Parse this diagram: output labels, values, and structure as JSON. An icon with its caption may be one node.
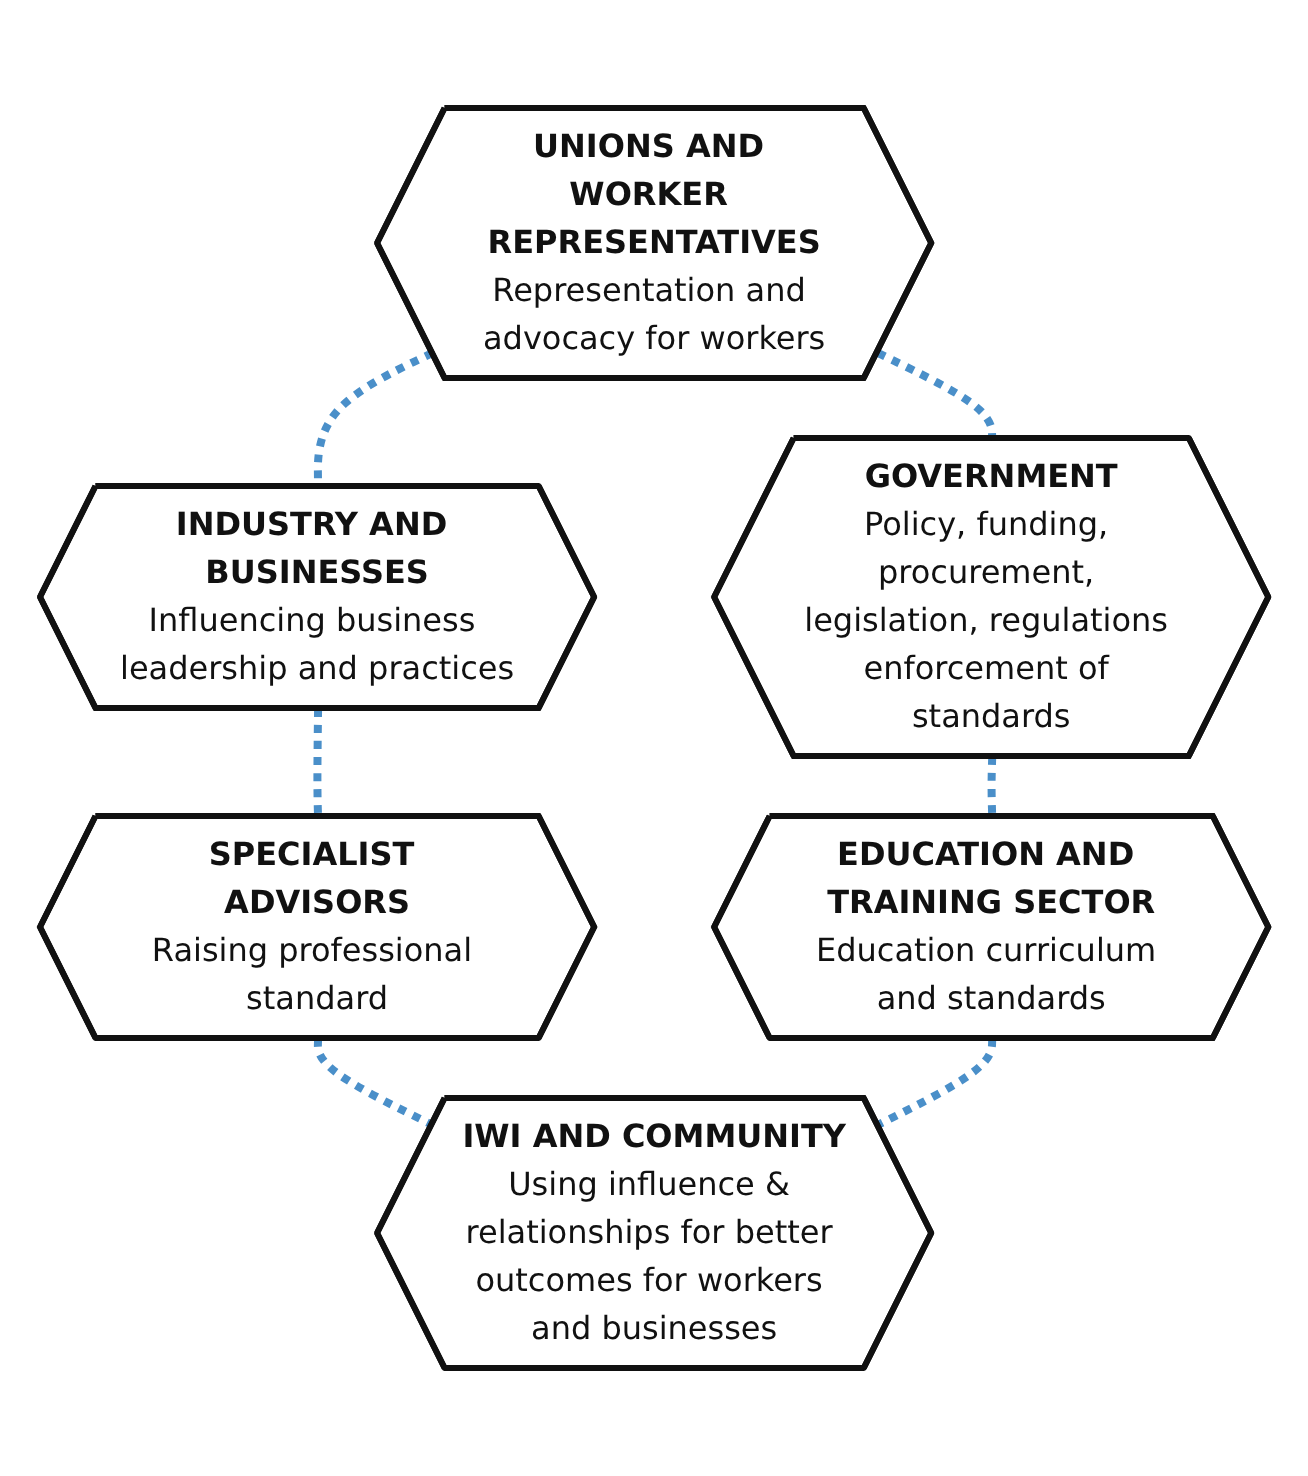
{
  "diagram": {
    "nodes": [
      {
        "text": [
          "UNIONS AND WORKER REPRESENTATIVES",
          "Representation and advocacy for workers"
        ]
      },
      {
        "text": [
          "INDUSTRY AND BUSINESSES",
          "Influencing business leadership and practices"
        ]
      },
      {
        "text": [
          "GOVERNMENT",
          "Policy, funding, procurement, legislation, regulations enforcement of standards"
        ]
      },
      {
        "text": [
          "SPECIALIST ADVISORS",
          "Raising professional standard"
        ]
      },
      {
        "text": [
          "EDUCATION AND TRAINING SECTOR",
          "Education curriculum and standards"
        ]
      },
      {
        "text": [
          "IWI AND COMMUNITY",
          "Using influence & relationships for better outcomes for workers and businesses"
        ]
      }
    ],
    "edges": [
      {
        "from": 0,
        "to": 1,
        "arrow": "none",
        "style": "dashed"
      },
      {
        "from": 0,
        "to": 2,
        "arrow": "none",
        "style": "dashed"
      },
      {
        "from": 1,
        "to": 3,
        "arrow": "none",
        "style": "dashed"
      },
      {
        "from": 2,
        "to": 4,
        "arrow": "none",
        "style": "dashed"
      },
      {
        "from": 3,
        "to": 5,
        "arrow": "none",
        "style": "dashed"
      },
      {
        "from": 4,
        "to": 5,
        "arrow": "none",
        "style": "dashed"
      }
    ]
  }
}
